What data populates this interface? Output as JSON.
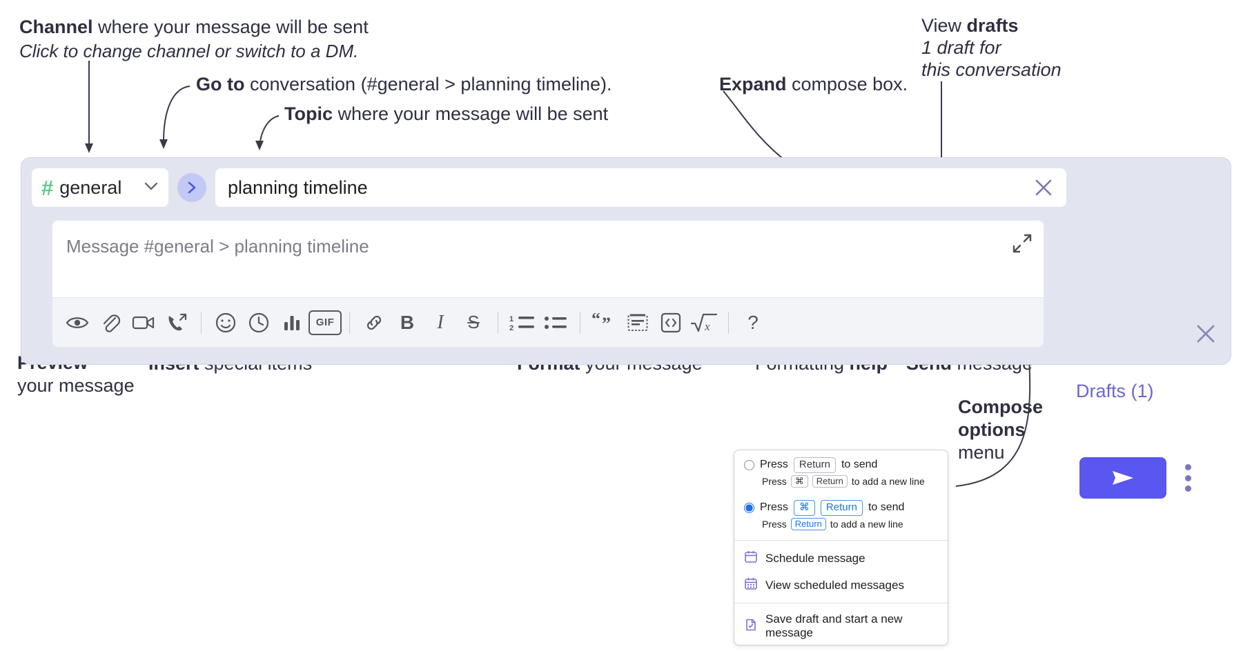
{
  "annotations": {
    "channel": {
      "bold": "Channel",
      "rest": " where your message will be sent",
      "sub": "Click to change channel or switch to a DM."
    },
    "goto": {
      "bold": "Go to",
      "rest": " conversation (#general > planning timeline)."
    },
    "topic": {
      "bold": "Topic",
      "rest": " where your message will be sent"
    },
    "expand": {
      "bold": "Expand",
      "rest": " compose box."
    },
    "drafts": {
      "line1a": "View ",
      "line1b": "drafts",
      "line2": "1 draft for",
      "line3": "this conversation"
    },
    "preview": {
      "bold": "Preview",
      "line2": "your message"
    },
    "insert": {
      "bold": "Insert",
      "rest": " special items"
    },
    "format": {
      "bold": "Format",
      "rest": " your message"
    },
    "help": {
      "normal": "Formatting ",
      "bold": "help"
    },
    "send": {
      "bold": "Send",
      "rest": " message"
    },
    "composeOptions": {
      "line1": "Compose",
      "line2": "options",
      "line3": "menu"
    }
  },
  "compose": {
    "channel_name": "general",
    "hash_symbol": "#",
    "topic_value": "planning timeline",
    "message_placeholder": "Message #general > planning timeline",
    "drafts_label": "Drafts (1)",
    "toolbar": [
      {
        "name": "preview-icon",
        "label": "Preview"
      },
      {
        "name": "attachment-icon",
        "label": "Attach file"
      },
      {
        "name": "video-icon",
        "label": "Record video clip"
      },
      {
        "name": "huddle-icon",
        "label": "Start huddle"
      },
      {
        "name": "divider",
        "label": ""
      },
      {
        "name": "emoji-icon",
        "label": "Emoji"
      },
      {
        "name": "clock-icon",
        "label": "Schedule"
      },
      {
        "name": "poll-icon",
        "label": "Poll"
      },
      {
        "name": "gif-icon",
        "label": "GIF"
      },
      {
        "name": "divider",
        "label": ""
      },
      {
        "name": "link-icon",
        "label": "Link"
      },
      {
        "name": "bold-icon",
        "label": "B"
      },
      {
        "name": "italic-icon",
        "label": "I"
      },
      {
        "name": "strikethrough-icon",
        "label": "S"
      },
      {
        "name": "divider",
        "label": ""
      },
      {
        "name": "ordered-list-icon",
        "label": "Ordered list"
      },
      {
        "name": "bulleted-list-icon",
        "label": "Bulleted list"
      },
      {
        "name": "divider",
        "label": ""
      },
      {
        "name": "blockquote-icon",
        "label": "Blockquote"
      },
      {
        "name": "code-block-icon",
        "label": "Code block"
      },
      {
        "name": "inline-code-icon",
        "label": "Code"
      },
      {
        "name": "math-icon",
        "label": "Math"
      },
      {
        "name": "divider",
        "label": ""
      },
      {
        "name": "help-icon",
        "label": "?"
      }
    ]
  },
  "menu": {
    "option1": {
      "pre": "Press",
      "key": "Return",
      "post": "to send"
    },
    "option1_sub": {
      "pre": "Press",
      "key1": "⌘",
      "key2": "Return",
      "post": "to add a new line"
    },
    "option2": {
      "pre": "Press",
      "key1": "⌘",
      "key2": "Return",
      "post": "to send"
    },
    "option2_sub": {
      "pre": "Press",
      "key": "Return",
      "post": "to add a new line"
    },
    "items": [
      {
        "icon": "calendar-icon",
        "label": "Schedule message"
      },
      {
        "icon": "calendar-grid-icon",
        "label": "View scheduled messages"
      },
      {
        "icon": "save-draft-icon",
        "label": "Save draft and start a new message"
      }
    ]
  },
  "colors": {
    "accent": "#5a56f0",
    "channel_hash": "#5fca8d",
    "drafts_text": "#6b66cf",
    "compose_bg": "#e2e4f0",
    "radio_selected": "#1b72e8"
  }
}
